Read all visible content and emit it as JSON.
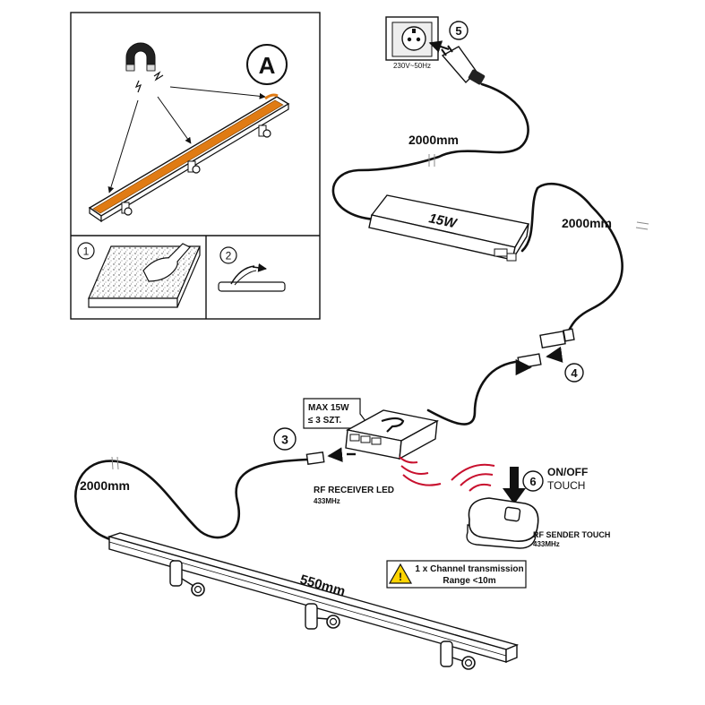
{
  "panel": {
    "badge_a": "A",
    "step1": "1",
    "step2": "2"
  },
  "socket": {
    "rating": "230V~50Hz",
    "step": "5"
  },
  "cables": {
    "len_top": "2000mm",
    "len_right": "2000mm",
    "len_left": "2000mm"
  },
  "driver": {
    "power": "15W"
  },
  "connector": {
    "step": "4"
  },
  "receiver": {
    "max_line1": "MAX 15W",
    "max_line2": "≤ 3 SZT.",
    "step": "3",
    "name": "RF RECEIVER LED",
    "freq": "433MHz"
  },
  "sender": {
    "step": "6",
    "action_line1": "ON/OFF",
    "action_line2": "TOUCH",
    "name": "RF SENDER  TOUCH",
    "freq": "433MHz"
  },
  "warning": {
    "line1": "1 x Channel transmission",
    "line2": "Range <10m"
  },
  "luminaire": {
    "length": "550mm"
  },
  "colors": {
    "led_strip": "#e07b14",
    "wave_red": "#c8102e",
    "warning_yellow": "#ffd400"
  },
  "icons": [
    "magnet-icon",
    "wall-socket-icon",
    "plug-icon",
    "warning-icon",
    "press-arrow-icon"
  ]
}
